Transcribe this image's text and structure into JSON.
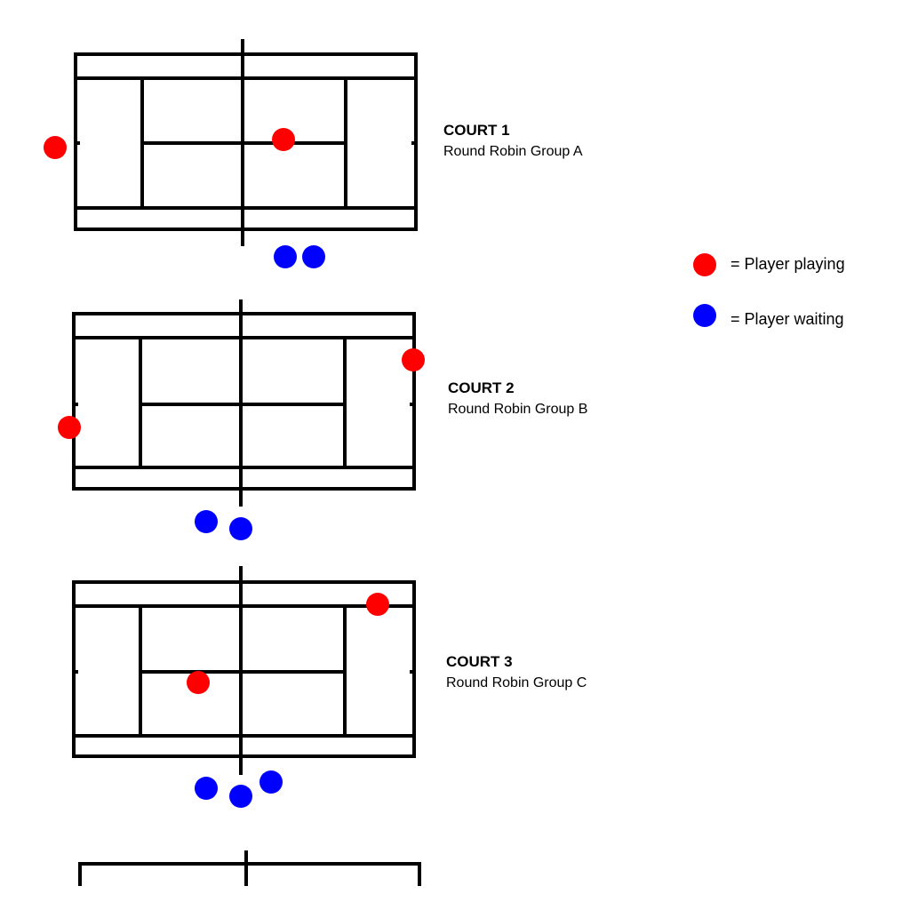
{
  "courts": [
    {
      "title": "COURT 1",
      "subtitle": "Round Robin Group A"
    },
    {
      "title": "COURT 2",
      "subtitle": "Round Robin Group B"
    },
    {
      "title": "COURT 3",
      "subtitle": "Round Robin Group C"
    }
  ],
  "legend": {
    "playing": {
      "label": "= Player playing",
      "color": "#ff0000"
    },
    "waiting": {
      "label": "= Player waiting",
      "color": "#0000ff"
    }
  }
}
